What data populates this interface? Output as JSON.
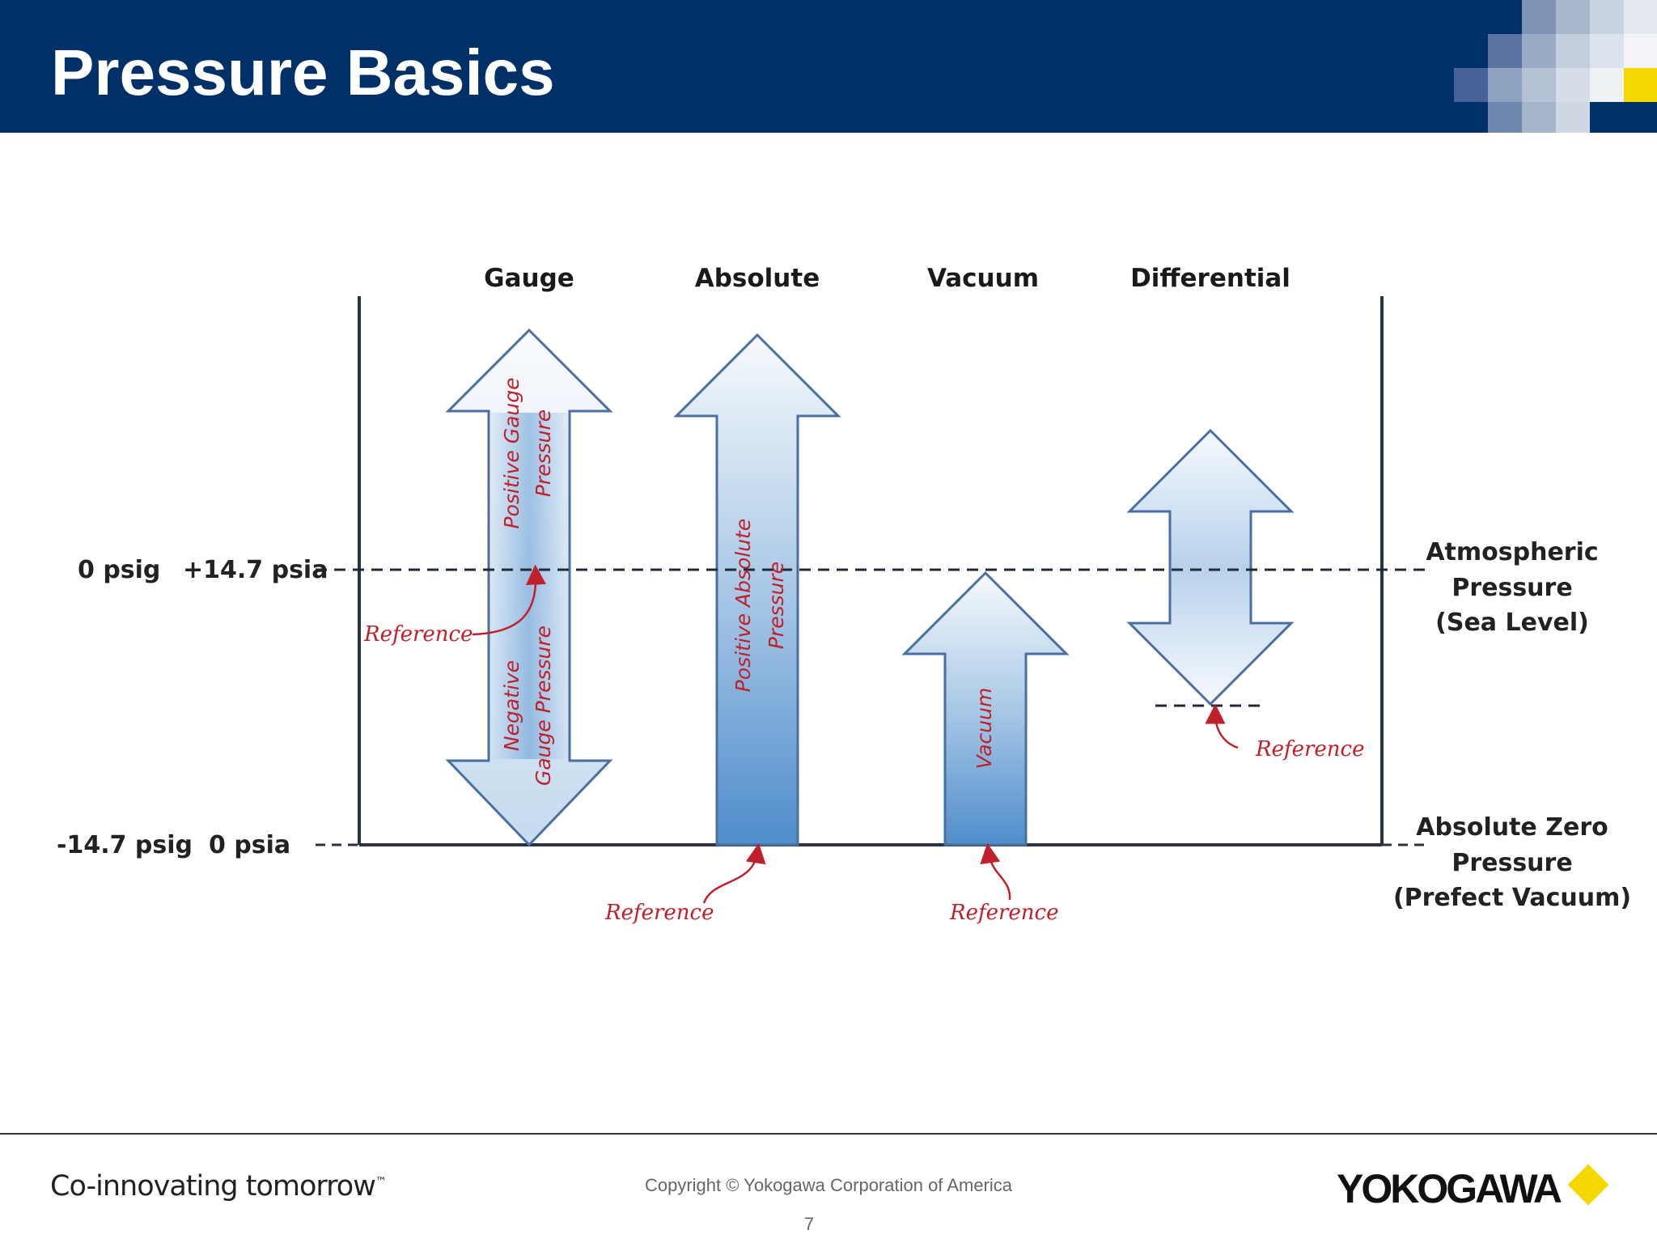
{
  "header": {
    "title": "Pressure Basics"
  },
  "colors": {
    "header_bg": "#003068",
    "accent_yellow": "#f5d800",
    "reference_red": "#c0202a",
    "arrow_blue": "#5b95cf"
  },
  "diagram": {
    "columns": [
      "Gauge",
      "Absolute",
      "Vacuum",
      "Differential"
    ],
    "left_labels": {
      "atmospheric": {
        "gauge": "0 psig",
        "absolute": "+14.7 psia"
      },
      "zero": {
        "gauge": "-14.7 psig",
        "absolute": "0 psia"
      }
    },
    "right_labels": {
      "atmospheric": [
        "Atmospheric",
        "Pressure",
        "(Sea Level)"
      ],
      "zero": [
        "Absolute Zero",
        "Pressure",
        "(Prefect Vacuum)"
      ]
    },
    "arrow_labels": {
      "positive_gauge": [
        "Positive Gauge",
        "Pressure"
      ],
      "negative_gauge": [
        "Negative",
        "Gauge Pressure"
      ],
      "positive_absolute": [
        "Positive Absolute",
        "Pressure"
      ],
      "vacuum": "Vacuum"
    },
    "reference": "Reference"
  },
  "footer": {
    "tagline": "Co-innovating tomorrow",
    "trademark": "™",
    "copyright": "Copyright © Yokogawa Corporation of America",
    "page": "7",
    "logo": "YOKOGAWA"
  }
}
